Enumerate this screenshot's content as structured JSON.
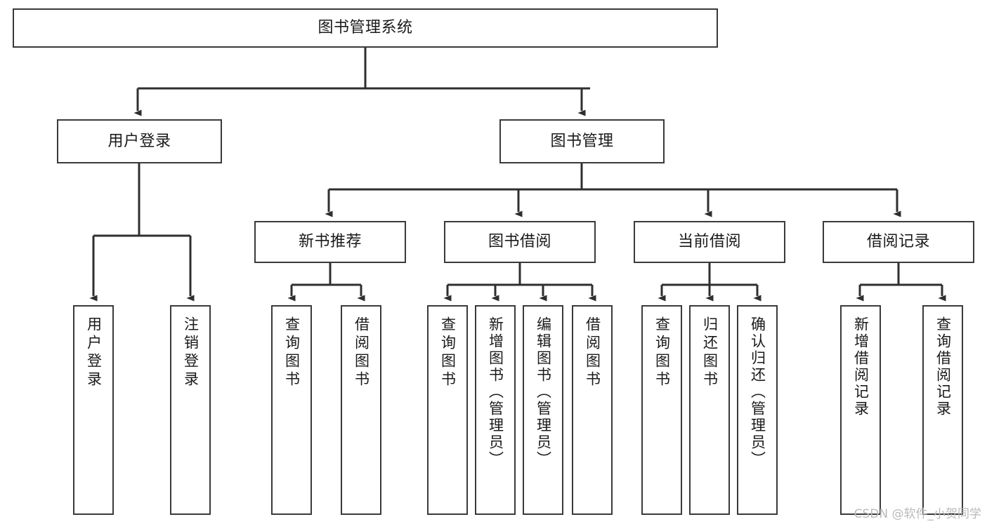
{
  "diagram": {
    "title": "图书管理系统",
    "type": "tree-hierarchy-diagram",
    "colors": {
      "box_border": "#3a3a3a",
      "box_fill": "#ffffff",
      "edge": "#2f2f2f",
      "text": "#1a1a1a",
      "watermark": "#b9b9b9"
    }
  },
  "root": {
    "label": "图书管理系统"
  },
  "level2": [
    {
      "label": "用户登录"
    },
    {
      "label": "图书管理"
    }
  ],
  "level3": [
    {
      "label": "新书推荐"
    },
    {
      "label": "图书借阅"
    },
    {
      "label": "当前借阅"
    },
    {
      "label": "借阅记录"
    }
  ],
  "leaves": {
    "user_login": [
      {
        "label": "用户登录"
      },
      {
        "label": "注销登录"
      }
    ],
    "new_book_recommend": [
      {
        "label": "查询图书"
      },
      {
        "label": "借阅图书"
      }
    ],
    "book_borrow": [
      {
        "label": "查询图书"
      },
      {
        "label": "新增图书（管理员）"
      },
      {
        "label": "编辑图书（管理员）"
      },
      {
        "label": "借阅图书"
      }
    ],
    "current_borrow": [
      {
        "label": "查询图书"
      },
      {
        "label": "归还图书"
      },
      {
        "label": "确认归还（管理员）"
      }
    ],
    "borrow_record": [
      {
        "label": "新增借阅记录"
      },
      {
        "label": "查询借阅记录"
      }
    ]
  },
  "watermark": {
    "text": "CSDN @软件_小贺同学"
  }
}
